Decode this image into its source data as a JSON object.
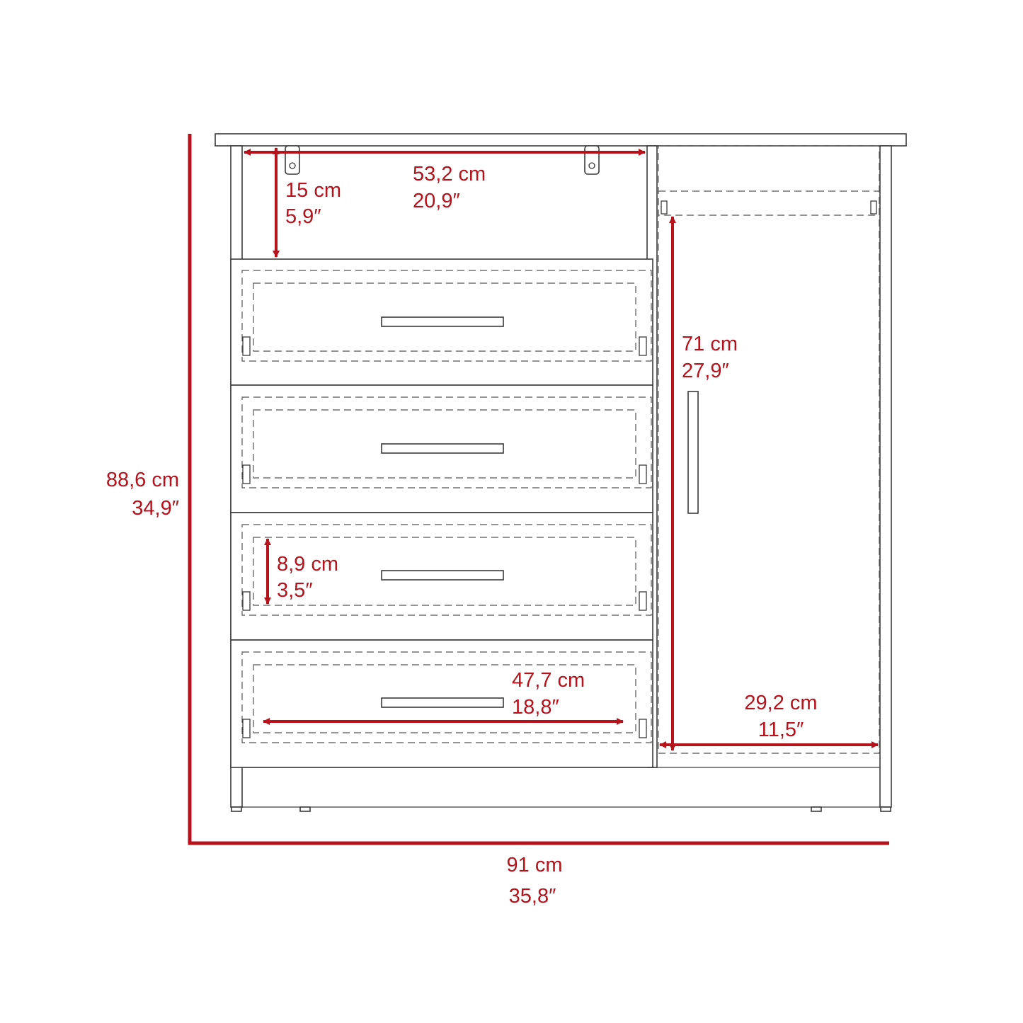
{
  "colors": {
    "dimension": "#b5121b",
    "outline": "#3a3a3a",
    "background": "#ffffff"
  },
  "dimensions": {
    "total_height": {
      "cm": "88,6 cm",
      "in": "34,9″"
    },
    "total_width": {
      "cm": "91 cm",
      "in": "35,8″"
    },
    "top_shelf_width": {
      "cm": "53,2 cm",
      "in": "20,9″"
    },
    "top_shelf_height": {
      "cm": "15 cm",
      "in": "5,9″"
    },
    "drawer_inner_height": {
      "cm": "8,9 cm",
      "in": "3,5″"
    },
    "drawer_inner_width": {
      "cm": "47,7 cm",
      "in": "18,8″"
    },
    "cabinet_height": {
      "cm": "71 cm",
      "in": "27,9″"
    },
    "cabinet_width": {
      "cm": "29,2 cm",
      "in": "11,5″"
    }
  }
}
